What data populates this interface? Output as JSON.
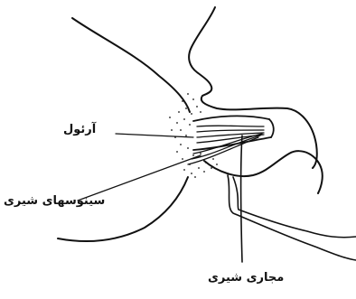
{
  "labels": {
    "areola": "آرئول",
    "lactiferous_sinuses": "سینوسهای شیری",
    "milk_ducts": "مجاری شیری"
  }
}
